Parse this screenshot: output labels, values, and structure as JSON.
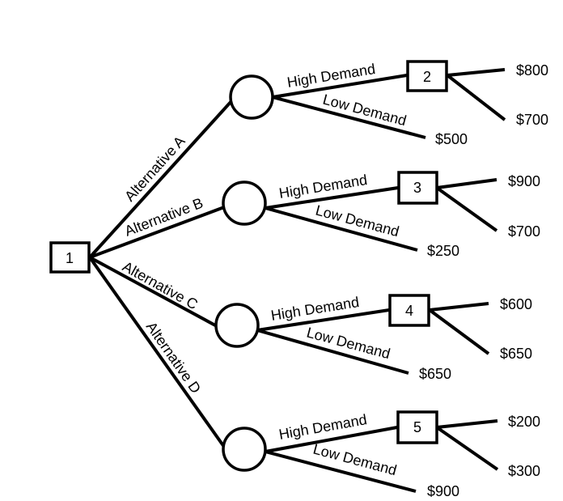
{
  "diagram": {
    "type": "decision-tree",
    "root": {
      "id": "1",
      "label": "1",
      "shape": "decision-square"
    },
    "alternatives": [
      {
        "label": "Alternative A",
        "chance_node": "circle",
        "high": {
          "label": "High Demand",
          "decision_node": "2",
          "outcomes": [
            "$800",
            "$700"
          ]
        },
        "low": {
          "label": "Low Demand",
          "payoff": "$500"
        }
      },
      {
        "label": "Alternative B",
        "chance_node": "circle",
        "high": {
          "label": "High Demand",
          "decision_node": "3",
          "outcomes": [
            "$900",
            "$700"
          ]
        },
        "low": {
          "label": "Low Demand",
          "payoff": "$250"
        }
      },
      {
        "label": "Alternative C",
        "chance_node": "circle",
        "high": {
          "label": "High Demand",
          "decision_node": "4",
          "outcomes": [
            "$600",
            "$650"
          ]
        },
        "low": {
          "label": "Low Demand",
          "payoff": "$650"
        }
      },
      {
        "label": "Alternative D",
        "chance_node": "circle",
        "high": {
          "label": "High Demand",
          "decision_node": "5",
          "outcomes": [
            "$200",
            "$300"
          ]
        },
        "low": {
          "label": "Low Demand",
          "payoff": "$900"
        }
      }
    ]
  }
}
